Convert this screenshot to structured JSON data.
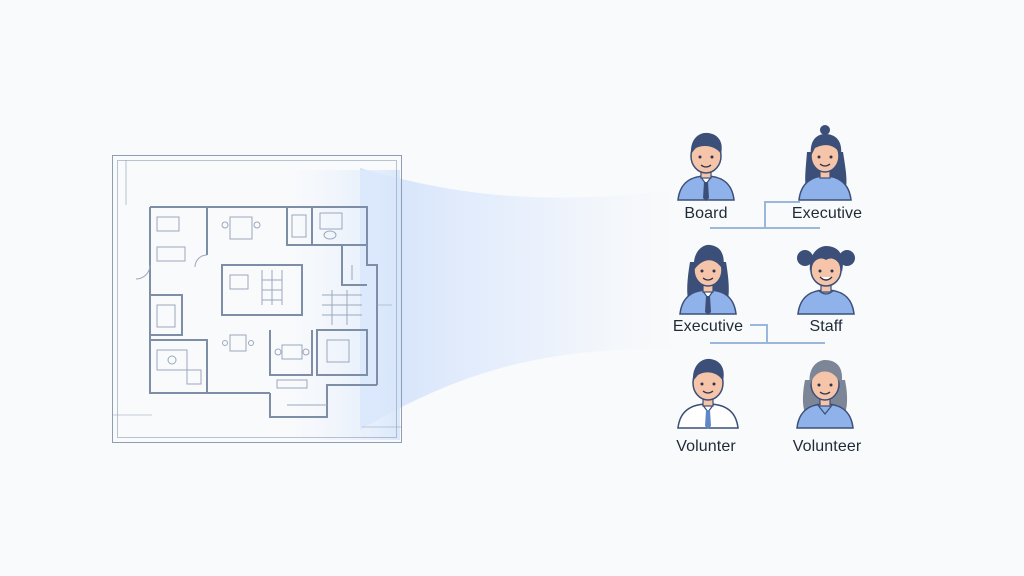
{
  "colors": {
    "background": "#f9fafb",
    "plan_line": "#8e9db3",
    "plan_fill": "#ffffff",
    "beam": "#cfe0fb",
    "connector": "#9bb8dc",
    "hair_dark": "#3b4f78",
    "skin": "#f6c4a8",
    "shirt_blue": "#8fb2ea",
    "grey_hair": "#7c8696"
  },
  "floor_plan": {
    "icon": "floor-plan-blueprint"
  },
  "org_chart": {
    "people": [
      {
        "id": "board",
        "label": "Board",
        "icon": "man-tie-avatar"
      },
      {
        "id": "executive-1",
        "label": "Executive",
        "icon": "woman-long-hair-avatar"
      },
      {
        "id": "executive-2",
        "label": "Executive",
        "icon": "woman-tie-avatar"
      },
      {
        "id": "staff",
        "label": "Staff",
        "icon": "woman-buns-avatar"
      },
      {
        "id": "volunteer-1",
        "label": "Volunter",
        "icon": "man-white-shirt-avatar"
      },
      {
        "id": "volunteer-2",
        "label": "Volunteer",
        "icon": "grey-hair-woman-avatar"
      }
    ]
  }
}
